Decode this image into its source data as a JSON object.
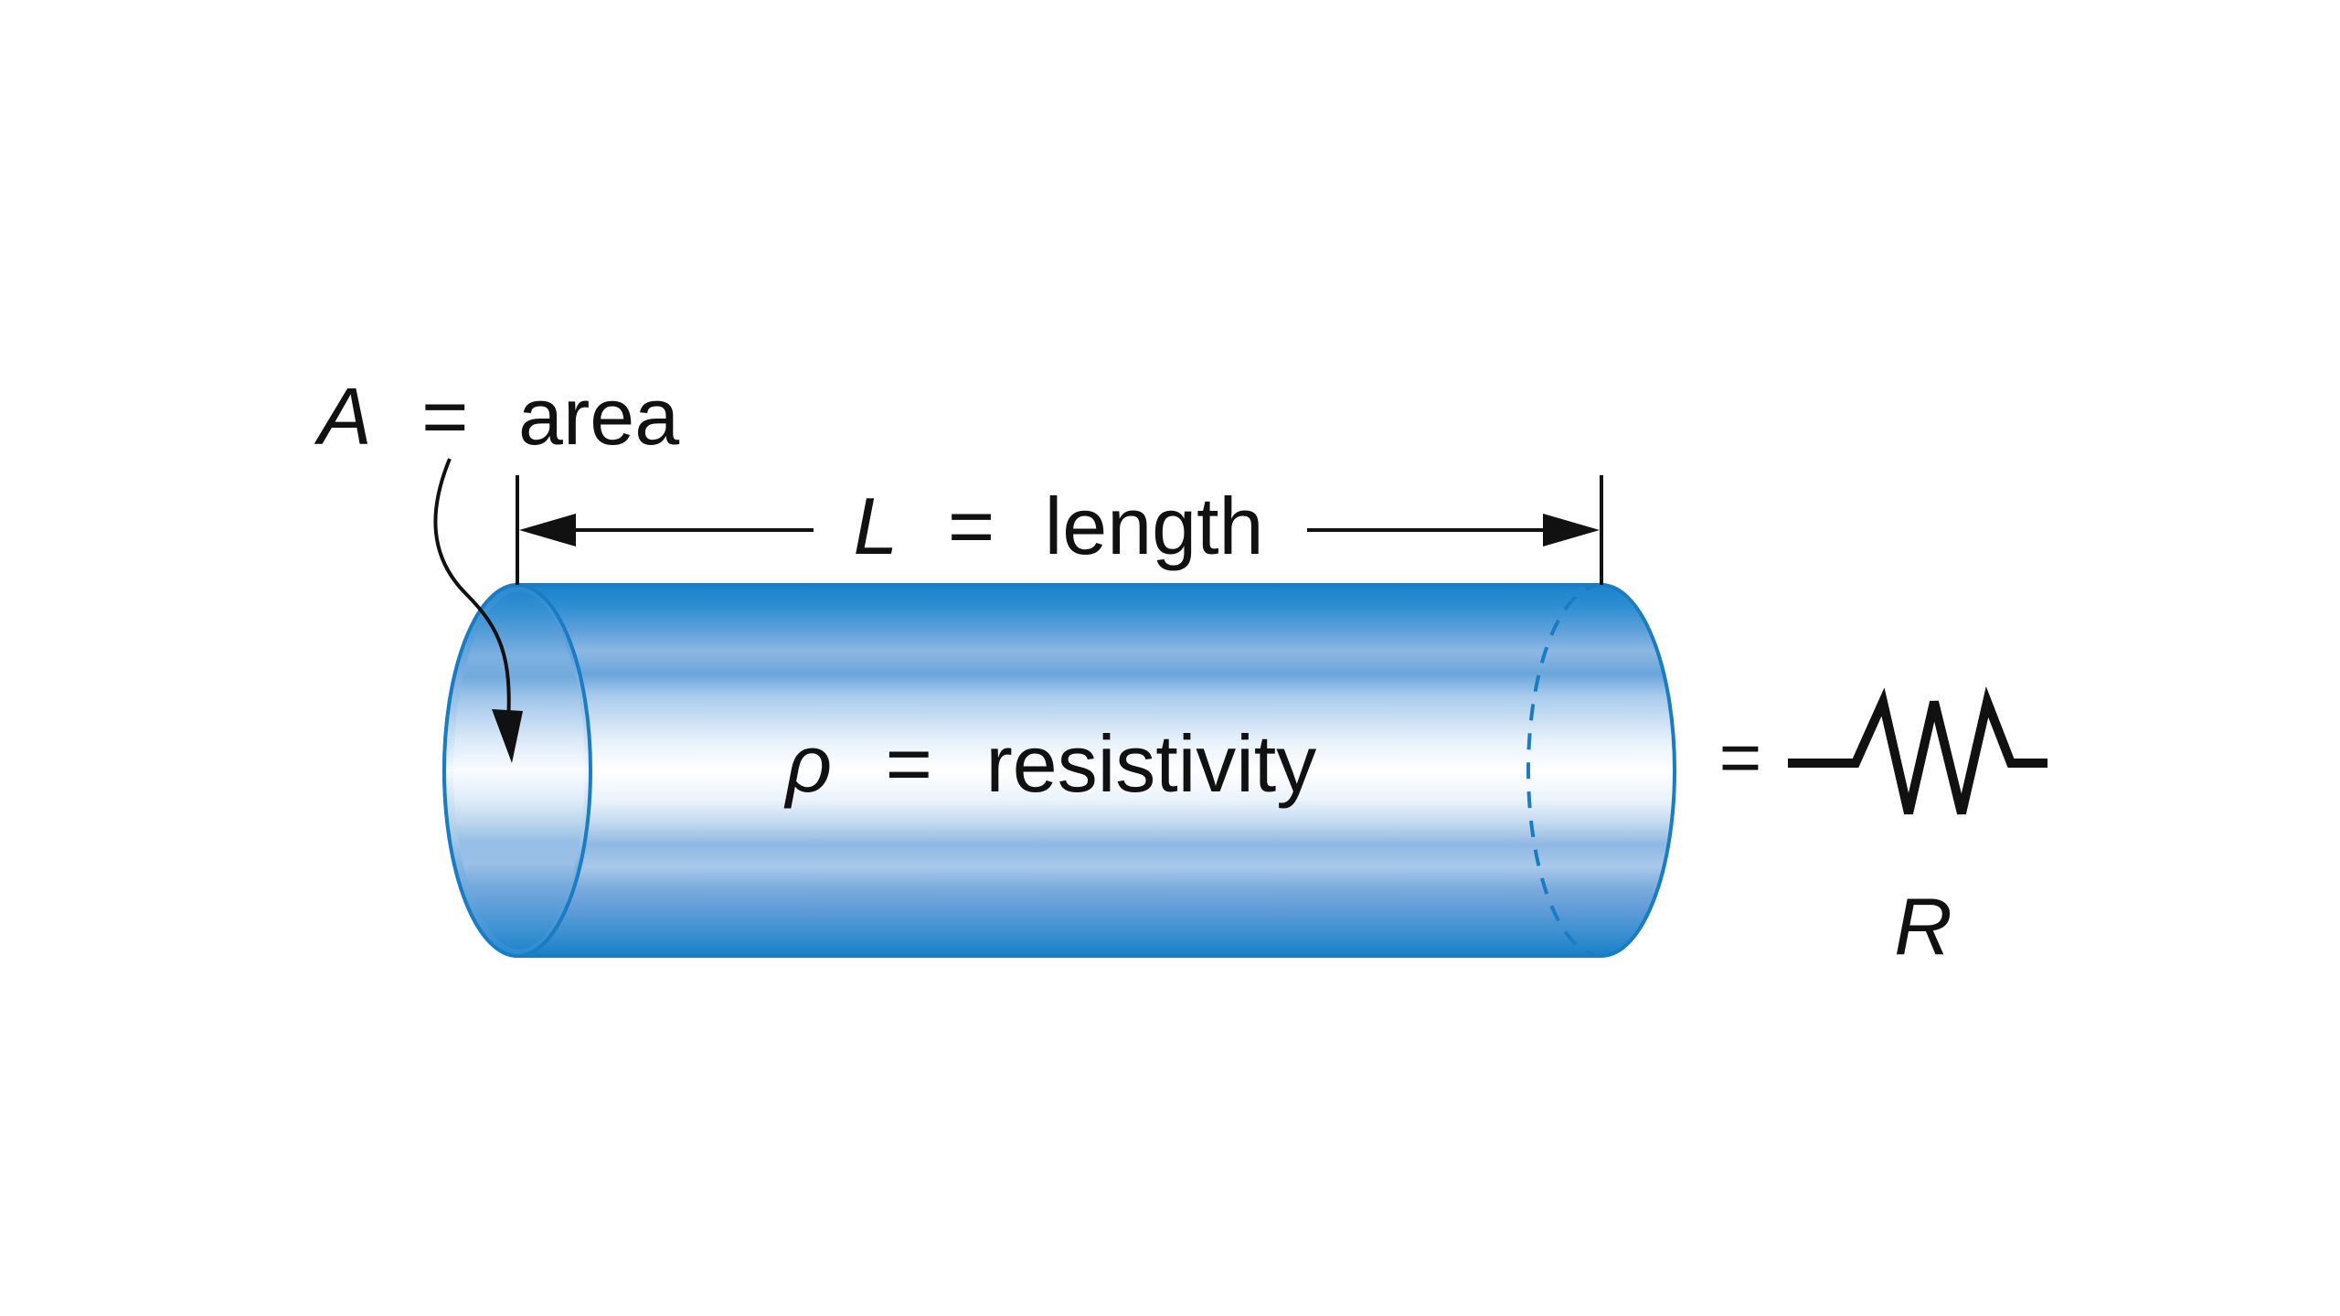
{
  "area_label": {
    "symbol": "A",
    "equals": "=",
    "word": "area"
  },
  "length_label": {
    "symbol": "L",
    "equals": "=",
    "word": "length"
  },
  "resistivity_label": {
    "symbol": "ρ",
    "equals": "=",
    "word": "resistivity"
  },
  "resistor": {
    "equals": "=",
    "symbol": "R"
  },
  "colors": {
    "cylinder_dark": "#1f86cc",
    "cylinder_mid": "#6aa8dc",
    "cylinder_light": "#e8f2fb",
    "cylinder_outline": "#1a7cc2",
    "ink": "#111111"
  }
}
